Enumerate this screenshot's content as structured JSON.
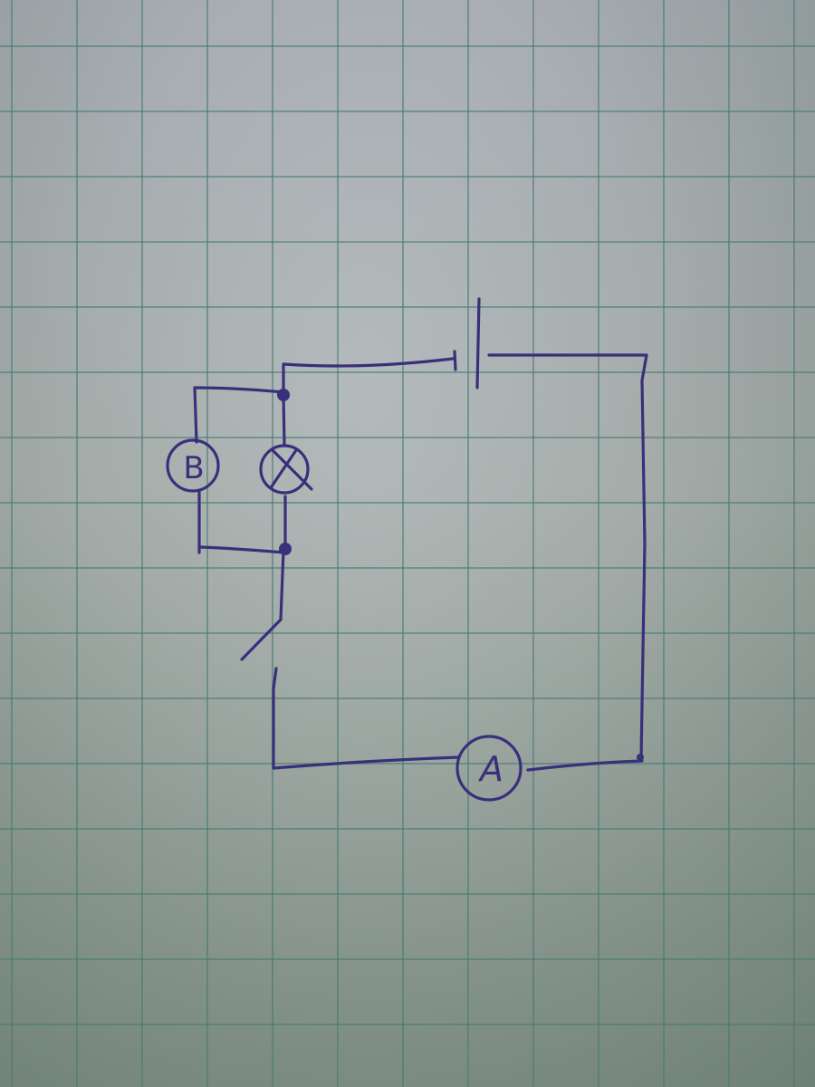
{
  "diagram": {
    "type": "hand-drawn circuit schematic on graph paper",
    "colors": {
      "ink": "#3a2f7a",
      "grid": "#4f7d78",
      "paper": "#a8aeb0"
    },
    "components": [
      {
        "id": "cell",
        "kind": "battery-cell",
        "symbol": "long/short plates",
        "label": ""
      },
      {
        "id": "lamp",
        "kind": "lamp",
        "symbol": "circle with X",
        "label": "X"
      },
      {
        "id": "bell",
        "kind": "bell",
        "symbol": "circle with B",
        "label": "B"
      },
      {
        "id": "switch",
        "kind": "switch",
        "state": "open",
        "label": ""
      },
      {
        "id": "ammeter",
        "kind": "ammeter",
        "symbol": "circle with A",
        "label": "A"
      }
    ],
    "labels": {
      "bell": "B",
      "ammeter": "A"
    },
    "topology": "Cell in series with ammeter, open switch, and a parallel pair (bell B and lamp X)"
  }
}
